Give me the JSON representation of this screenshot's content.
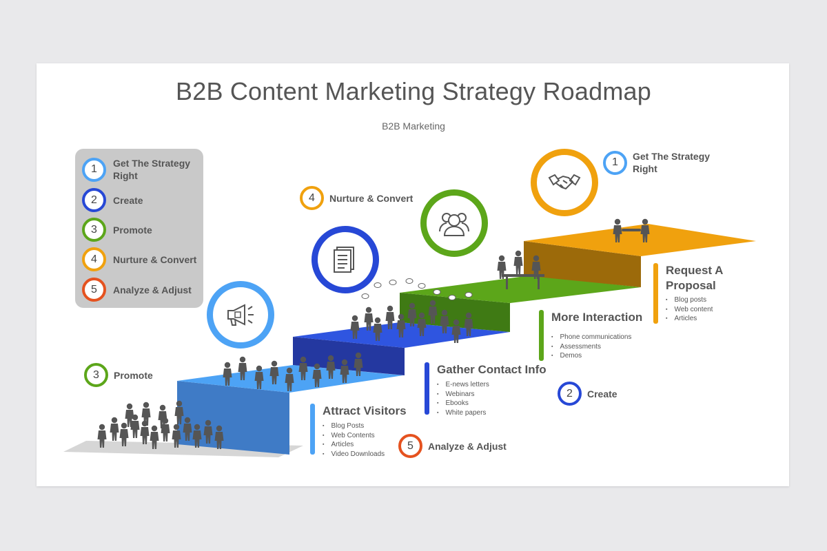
{
  "title": "B2B Content Marketing Strategy Roadmap",
  "subtitle": "B2B Marketing",
  "colors": {
    "light_blue": "#4da3f5",
    "dark_blue": "#2748d6",
    "green": "#5ca61a",
    "orange": "#f0a10e",
    "red_orange": "#e5521f",
    "gray_text": "#555555"
  },
  "legend": [
    {
      "number": "1",
      "label": "Get The Strategy Right",
      "color": "#4da3f5"
    },
    {
      "number": "2",
      "label": "Create",
      "color": "#2748d6"
    },
    {
      "number": "3",
      "label": "Promote",
      "color": "#5ca61a"
    },
    {
      "number": "4",
      "label": "Nurture & Convert",
      "color": "#f0a10e"
    },
    {
      "number": "5",
      "label": "Analyze & Adjust",
      "color": "#e5521f"
    }
  ],
  "callouts": {
    "promote": {
      "number": "3",
      "label": "Promote"
    },
    "nurture": {
      "number": "4",
      "label": "Nurture & Convert"
    },
    "strategy": {
      "number": "1",
      "label": "Get The Strategy Right"
    },
    "create": {
      "number": "2",
      "label": "Create"
    },
    "analyze": {
      "number": "5",
      "label": "Analyze & Adjust"
    }
  },
  "stages": [
    {
      "title": "Attract Visitors",
      "items": [
        "Blog Posts",
        "Web Contents",
        "Articles",
        "Video Downloads"
      ],
      "icon": "megaphone-icon"
    },
    {
      "title": "Gather Contact Info",
      "items": [
        "E-news letters",
        "Webinars",
        "Ebooks",
        "White papers"
      ],
      "icon": "document-icon"
    },
    {
      "title": "More Interaction",
      "items": [
        "Phone communications",
        "Assessments",
        "Demos"
      ],
      "icon": "group-icon"
    },
    {
      "title": "Request A Proposal",
      "items": [
        "Blog posts",
        "Web content",
        "Articles"
      ],
      "icon": "handshake-icon"
    }
  ]
}
